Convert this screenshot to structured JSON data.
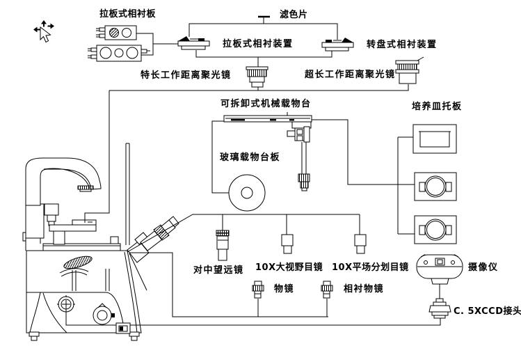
{
  "diagram": {
    "title_hint": "inverted microscope accessories diagram",
    "colors": {
      "ink": "#000000",
      "background": "#ffffff"
    },
    "labels": {
      "pull_plate_phase_plate": "拉板式相衬板",
      "filter": "滤色片",
      "pull_plate_phase_device": "拉板式相衬装置",
      "turret_phase_device": "转盘式相衬装置",
      "extra_long_wd_condenser": "特长工作距离聚光镜",
      "ultra_long_wd_condenser": "超长工作距离聚光镜",
      "detachable_mechanical_stage": "可拆卸式机械载物台",
      "petri_dish_holder": "培养皿托板",
      "glass_stage_plate": "玻璃载物台板",
      "centering_telescope": "对中望远镜",
      "wide_field_eyepiece_10x": "10X大视野目镜",
      "plan_reticle_eyepiece_10x": "10X平场分划目镜",
      "camera": "摄像仪",
      "objective": "物镜",
      "phase_objective": "相衬物镜",
      "ccd_adapter": "C. 5XCCD接头"
    },
    "icons": [
      "move-cursor-icon",
      "phase-plate-two-ring-icon",
      "phase-plate-three-ring-icon",
      "slider-phase-device-left-icon",
      "slider-phase-device-right-icon",
      "filter-glass-icon",
      "condenser-extra-long-icon",
      "condenser-ultra-long-icon",
      "mechanical-stage-icon",
      "glass-stage-disc-icon",
      "petri-rect-plate-icon",
      "petri-round-plate-icon",
      "centering-telescope-icon",
      "eyepiece-icon",
      "objective-icon",
      "camera-icon",
      "ccd-adapter-icon",
      "microscope-body-icon"
    ]
  }
}
